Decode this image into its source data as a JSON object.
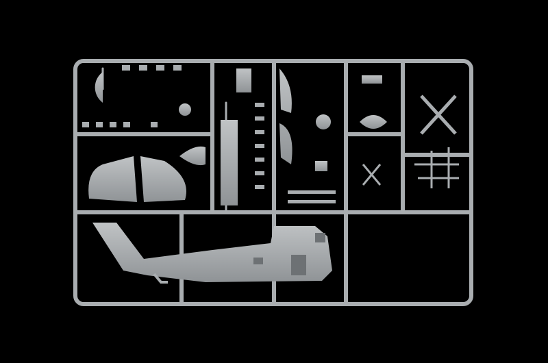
{
  "colors": {
    "background": "#000000",
    "plastic": "#a9adb0",
    "plastic_shadow": "#7f8386",
    "plastic_light": "#c4c7c9"
  },
  "subject": {
    "parts": [
      "sprue-frame",
      "helicopter-fuselage",
      "engine-cowling-left",
      "engine-cowling-right",
      "nose-cone",
      "rotor-head",
      "rotor-blades-small",
      "canopy-halves",
      "dome-part",
      "sphere-part",
      "bucket-part",
      "landing-gear-parts"
    ]
  }
}
